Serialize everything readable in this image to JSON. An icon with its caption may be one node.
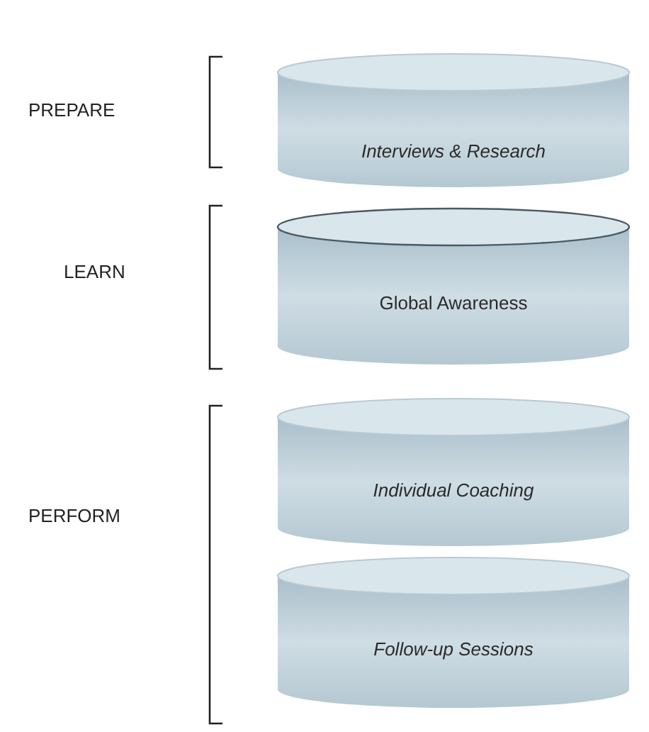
{
  "diagram": {
    "nodes": [
      {
        "text": [
          "Interviews & Research"
        ]
      },
      {
        "text": [
          "Global Awareness"
        ]
      },
      {
        "text": [
          "Individual Coaching"
        ]
      },
      {
        "text": [
          "Follow-up Sessions"
        ]
      }
    ],
    "labels": [
      "PREPARE",
      "LEARN",
      "PERFORM"
    ]
  }
}
